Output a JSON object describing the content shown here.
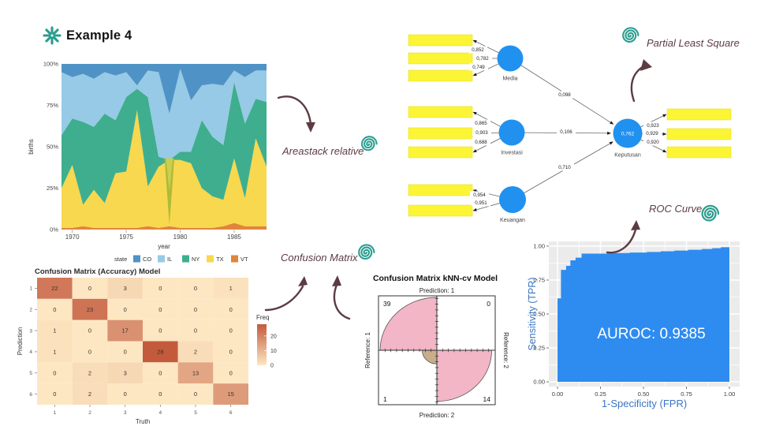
{
  "header": {
    "title": "Example 4"
  },
  "theme": {
    "teal": "#2A9D8F",
    "maroon": "#5C3B43"
  },
  "stickers": {
    "areastack": {
      "label": "Areastack relative"
    },
    "pls": {
      "label": "Partial Least Square"
    },
    "confusion": {
      "label": "Confusion Matrix"
    },
    "roc": {
      "label": "ROC Curve"
    }
  },
  "chart_data": [
    {
      "id": "areastack",
      "type": "area",
      "stacking": "relative",
      "title": "",
      "xlabel": "year",
      "ylabel": "births",
      "x": [
        1969,
        1970,
        1971,
        1972,
        1973,
        1974,
        1975,
        1976,
        1977,
        1978,
        1979,
        1980,
        1981,
        1982,
        1983,
        1984,
        1985,
        1986,
        1987,
        1988
      ],
      "series": [
        {
          "name": "VT",
          "color": "#E0853C",
          "values": [
            1,
            1,
            2,
            1,
            1,
            1,
            1,
            1,
            2,
            1,
            2,
            1,
            1,
            1,
            1,
            2,
            4,
            2,
            2,
            2
          ]
        },
        {
          "name": "TX",
          "color": "#F7D84E",
          "values": [
            24,
            38,
            13,
            23,
            15,
            33,
            34,
            71,
            24,
            37,
            40,
            41,
            39,
            24,
            19,
            16,
            39,
            17,
            53,
            36
          ]
        },
        {
          "name": "NY",
          "color": "#3FAE8E",
          "values": [
            32,
            28,
            50,
            38,
            54,
            32,
            45,
            13,
            54,
            6,
            0,
            5,
            7,
            41,
            36,
            33,
            46,
            45,
            24,
            39
          ]
        },
        {
          "name": "IL",
          "color": "#97CAE6",
          "values": [
            38,
            25,
            29,
            29,
            25,
            27,
            15,
            2,
            16,
            51,
            28,
            50,
            31,
            21,
            32,
            36,
            7,
            28,
            17,
            19
          ]
        },
        {
          "name": "CO",
          "color": "#4F93C6",
          "values": [
            5,
            8,
            6,
            9,
            5,
            7,
            5,
            13,
            4,
            5,
            30,
            3,
            22,
            13,
            12,
            13,
            4,
            8,
            4,
            4
          ]
        }
      ],
      "legend_title": "state",
      "legend_order": [
        "CO",
        "IL",
        "NY",
        "TX",
        "VT"
      ],
      "yticks": [
        {
          "v": 0,
          "label": "0%"
        },
        {
          "v": 25,
          "label": "25%"
        },
        {
          "v": 50,
          "label": "50%"
        },
        {
          "v": 75,
          "label": "75%"
        },
        {
          "v": 100,
          "label": "100%"
        }
      ],
      "xticks": [
        1970,
        1975,
        1980,
        1985
      ],
      "ylim": [
        0,
        100
      ],
      "overlap_artifacts": [
        {
          "points": [
            [
              1978.55,
              43
            ],
            [
              1979.45,
              43
            ],
            [
              1979,
              3
            ]
          ],
          "color": "#AEBA3A"
        },
        {
          "points": [
            [
              1978.68,
              43
            ],
            [
              1979.32,
              43
            ],
            [
              1979,
              23
            ]
          ],
          "color": "#CBCF4F"
        }
      ]
    },
    {
      "id": "pls",
      "type": "diagram",
      "title": "",
      "latent_color": "#2191F0",
      "indicator_color": "#FCF535",
      "line_color": "#666666",
      "latents": [
        {
          "name": "Media",
          "loadings": [
            "0,852",
            "0,782",
            "0,749"
          ],
          "path_to": "Keputusan",
          "path_coef": "0,098"
        },
        {
          "name": "Investasi",
          "loadings": [
            "0,865",
            "0,903",
            "0,688"
          ],
          "path_to": "Keputusan",
          "path_coef": "0,106"
        },
        {
          "name": "Keuangan",
          "loadings": [
            "0,954",
            "0,951"
          ],
          "path_to": "Keputusan",
          "path_coef": "0,710"
        },
        {
          "name": "Keputusan",
          "value": "0,762",
          "loadings": [
            "0,923",
            "0,929",
            "0,920"
          ]
        }
      ]
    },
    {
      "id": "confusion_heatmap",
      "type": "heatmap",
      "title": "Confusion Matrix (Accuracy) Model",
      "xlabel": "Truth",
      "ylabel": "Prediction",
      "x_categories": [
        "1",
        "2",
        "3",
        "4",
        "5",
        "6"
      ],
      "y_categories": [
        "1",
        "2",
        "3",
        "4",
        "5",
        "6"
      ],
      "matrix": [
        [
          22,
          0,
          3,
          0,
          0,
          1
        ],
        [
          0,
          23,
          0,
          0,
          0,
          0
        ],
        [
          1,
          0,
          17,
          0,
          0,
          0
        ],
        [
          1,
          0,
          0,
          28,
          2,
          0
        ],
        [
          0,
          2,
          3,
          0,
          13,
          0
        ],
        [
          0,
          2,
          0,
          0,
          0,
          15
        ]
      ],
      "legend": {
        "title": "Freq",
        "ticks": [
          20,
          10,
          0
        ],
        "low_color": "#FDE7C2",
        "high_color": "#C45A3C",
        "max_value": 28
      }
    },
    {
      "id": "confusion_fourfold",
      "type": "fourfold",
      "title": "Confusion Matrix kNN-cv Model",
      "top_label": "Prediction: 1",
      "bottom_label": "Prediction: 2",
      "left_label": "Reference: 1",
      "right_label": "Reference: 2",
      "quadrants": {
        "top_left": 39,
        "top_right": 0,
        "bottom_left": 1,
        "bottom_right": 14
      },
      "large_color": "#F2B6C6",
      "small_color": "#C9AE8C"
    },
    {
      "id": "roc",
      "type": "line",
      "title": "",
      "xlabel": "1-Specificity (FPR)",
      "ylabel": "Sensitivity (TPR)",
      "annotation": "AUROC: 0.9385",
      "fill_color": "#2E8CF0",
      "label_color": "#3B76C0",
      "panel_color": "#EBEBEB",
      "xticks": [
        {
          "v": 0,
          "label": "0.00"
        },
        {
          "v": 0.25,
          "label": "0.25"
        },
        {
          "v": 0.5,
          "label": "0.50"
        },
        {
          "v": 0.75,
          "label": "0.75"
        },
        {
          "v": 1,
          "label": "1.00"
        }
      ],
      "yticks": [
        {
          "v": 0,
          "label": "0.00"
        },
        {
          "v": 0.25,
          "label": "0.25"
        },
        {
          "v": 0.5,
          "label": "0.50"
        },
        {
          "v": 0.75,
          "label": "0.75"
        },
        {
          "v": 1,
          "label": "1.00"
        }
      ],
      "points": [
        [
          0,
          0
        ],
        [
          0,
          0.615
        ],
        [
          0.02,
          0.615
        ],
        [
          0.02,
          0.825
        ],
        [
          0.05,
          0.825
        ],
        [
          0.05,
          0.855
        ],
        [
          0.075,
          0.855
        ],
        [
          0.075,
          0.895
        ],
        [
          0.105,
          0.895
        ],
        [
          0.105,
          0.915
        ],
        [
          0.14,
          0.915
        ],
        [
          0.14,
          0.945
        ],
        [
          0.3,
          0.945
        ],
        [
          0.3,
          0.949
        ],
        [
          0.42,
          0.949
        ],
        [
          0.42,
          0.953
        ],
        [
          0.52,
          0.953
        ],
        [
          0.52,
          0.957
        ],
        [
          0.6,
          0.957
        ],
        [
          0.6,
          0.962
        ],
        [
          0.68,
          0.962
        ],
        [
          0.68,
          0.967
        ],
        [
          0.76,
          0.967
        ],
        [
          0.76,
          0.973
        ],
        [
          0.84,
          0.973
        ],
        [
          0.84,
          0.979
        ],
        [
          0.9,
          0.979
        ],
        [
          0.9,
          0.985
        ],
        [
          0.95,
          0.985
        ],
        [
          0.95,
          0.992
        ],
        [
          1,
          0.992
        ],
        [
          1,
          1
        ]
      ]
    }
  ]
}
